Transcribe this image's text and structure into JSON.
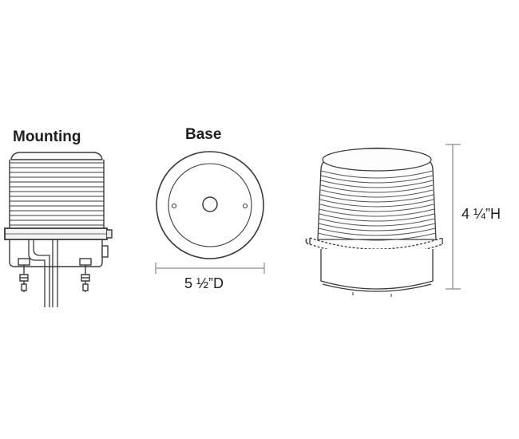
{
  "labels": {
    "mounting": "Mounting",
    "base": "Base",
    "diameter": "5 ½”D",
    "height": "4 ¼”H"
  },
  "colors": {
    "line": "#3a3a3a",
    "dim_line": "#8a8a8a",
    "background": "#ffffff"
  }
}
